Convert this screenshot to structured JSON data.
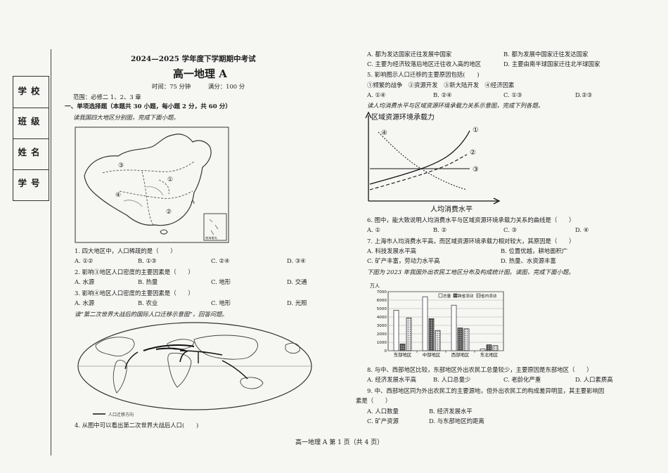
{
  "exam": {
    "header": "2024—2025 学年度下学期期中考试",
    "subject": "高一地理 A",
    "time": "时间：75 分钟",
    "score": "满分：100 分",
    "scope": "范围：必修二 1、2、3 章",
    "footer": "高一地理 A 第 1 页（共 4 页）"
  },
  "side": {
    "school": "学校",
    "class": "班级",
    "name": "姓名",
    "id": "学号"
  },
  "section1": {
    "heading": "一、单项选择题（本题共 30 小题，每小题 2 分，共 60 分）"
  },
  "map1": {
    "intro": "读我国四大地区分别图，完成下面小题。",
    "labels": [
      "①",
      "②",
      "③",
      "④"
    ],
    "inset": "南海诸岛"
  },
  "q1": {
    "stem": "1. 四大地区中，人口稀疏的是（　　）",
    "a": "A. ①②",
    "b": "B. ①③",
    "c": "C. ②④",
    "d": "D. ③④"
  },
  "q2": {
    "stem": "2. 影响③地区人口密度的主要因素是（　　）",
    "a": "A. 水源",
    "b": "B. 热量",
    "c": "C. 地形",
    "d": "D. 交通"
  },
  "q3": {
    "stem": "3. 影响④地区人口密度的主要因素是（　　）",
    "a": "A. 水源",
    "b": "B. 农业",
    "c": "C. 地形",
    "d": "D. 光照"
  },
  "map2": {
    "intro": "读“第二次世界大战后的国际人口迁移示意图”，回答问题。",
    "legend": "人口迁移方向"
  },
  "q4": {
    "stem": "4. 从图中可以看出第二次世界大战后人口(　　)",
    "a": "A. 都为发达国家迁往发展中国家",
    "b": "B. 都为发展中国家迁往发达国家",
    "c": "C. 主要为经济较落后地区迁往收入高的地区",
    "d": "D. 主要由南半球国家迁往北半球国家"
  },
  "q5": {
    "stem": "5. 影响图示人口迁移的主要原因包括(　　)",
    "opts": "①频繁的战争　②资源开发　③新大陆开发　④经济因素",
    "a": "A. ①④",
    "b": "B. ②④",
    "c": "C. ①③",
    "d": "D.②③"
  },
  "graph1": {
    "intro": "读人均消费水平与区域资源环境承载力关系示意图，完成下列各题。",
    "ylabel": "区域资源环境承载力",
    "xlabel": "人均消费水平",
    "curves": [
      "①",
      "②",
      "③",
      "④"
    ]
  },
  "q6": {
    "stem": "6. 图中，能大致说明人均消费水平与区域资源环境承载力关系的曲线是（　　）",
    "a": "A. ①",
    "b": "B. ②",
    "c": "C. ③",
    "d": "D. ④"
  },
  "q7": {
    "stem": "7. 上海市人均消费水平高，而区域资源环境承载力相对较大，其原因是（　　）",
    "a": "A. 科技发展水平高",
    "b": "B. 位置优越，耕地面积广",
    "c": "C. 矿产丰富，劳动力水平高",
    "d": "D. 热量、水资源丰富"
  },
  "chart_intro": "下图为 2023 年我国外出农民工地区分布及构成统计图。读图，完成下面小题。",
  "chart_data": {
    "type": "bar",
    "ylabel": "万人",
    "ylim": [
      0,
      7000
    ],
    "yticks": [
      0,
      1000,
      2000,
      3000,
      4000,
      5000,
      6000,
      7000
    ],
    "categories": [
      "东部地区",
      "中部地区",
      "西部地区",
      "东北地区"
    ],
    "series": [
      {
        "name": "总量",
        "values": [
          4800,
          6400,
          5400,
          200
        ]
      },
      {
        "name": "跨省流动",
        "values": [
          800,
          3800,
          2700,
          700
        ]
      },
      {
        "name": "省内流动",
        "values": [
          3900,
          2400,
          2600,
          600
        ]
      }
    ],
    "legend": "top-right"
  },
  "q8": {
    "stem": "8. 与中、西部地区比较，东部地区外出农民工总量较少，主要原因是东部地区（　　）",
    "a": "A. 经济发展水平高",
    "b": "B. 人口总量少",
    "c": "C. 老龄化严重",
    "d": "D. 人口素质高"
  },
  "q9": {
    "stem1": "9. 中、西部地区同为外出农民工的主要源地，但外出农民工的构成差异明显，其主要影响因",
    "stem2": "素是（　　）",
    "a": "A. 人口数量",
    "b": "B. 经济发展水平",
    "c": "C. 矿产资源",
    "d": "D. 与东部地区的距离"
  }
}
